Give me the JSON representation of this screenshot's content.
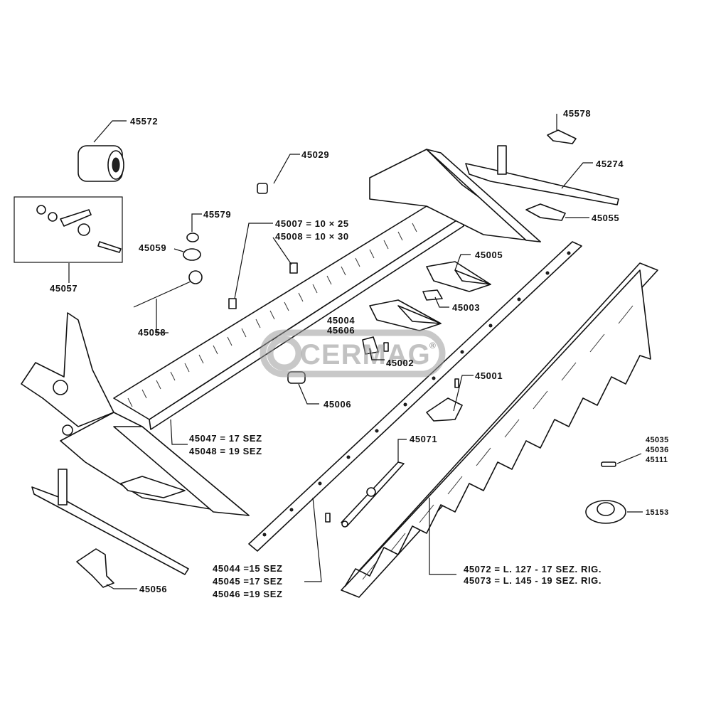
{
  "watermark": {
    "text": "CERMAG",
    "mark": "®"
  },
  "parts": {
    "p45572": "45572",
    "p45578": "45578",
    "p45029": "45029",
    "p45274": "45274",
    "p45579": "45579",
    "p45007": "45007 = 10 × 25",
    "p45008": "45008 = 10 × 30",
    "p45059": "45059",
    "p45055": "45055",
    "p45005": "45005",
    "p45057": "45057",
    "p45003": "45003",
    "p45058": "45058",
    "p45004": "45004",
    "p45606": "45606",
    "p45002": "45002",
    "p45001": "45001",
    "p45006": "45006",
    "p45035": "45035",
    "p45036": "45036",
    "p45111": "45111",
    "p45047": "45047 = 17 SEZ",
    "p45048": "45048 = 19 SEZ",
    "p45071": "45071",
    "p15153": "15153",
    "p45044": "45044  =15 SEZ",
    "p45045": "45045  =17 SEZ",
    "p45046": "45046  =19 SEZ",
    "p45072": "45072  =  L. 127 - 17 SEZ. RIG.",
    "p45073": "45073  =  L. 145 - 19 SEZ. RIG.",
    "p45056": "45056"
  }
}
